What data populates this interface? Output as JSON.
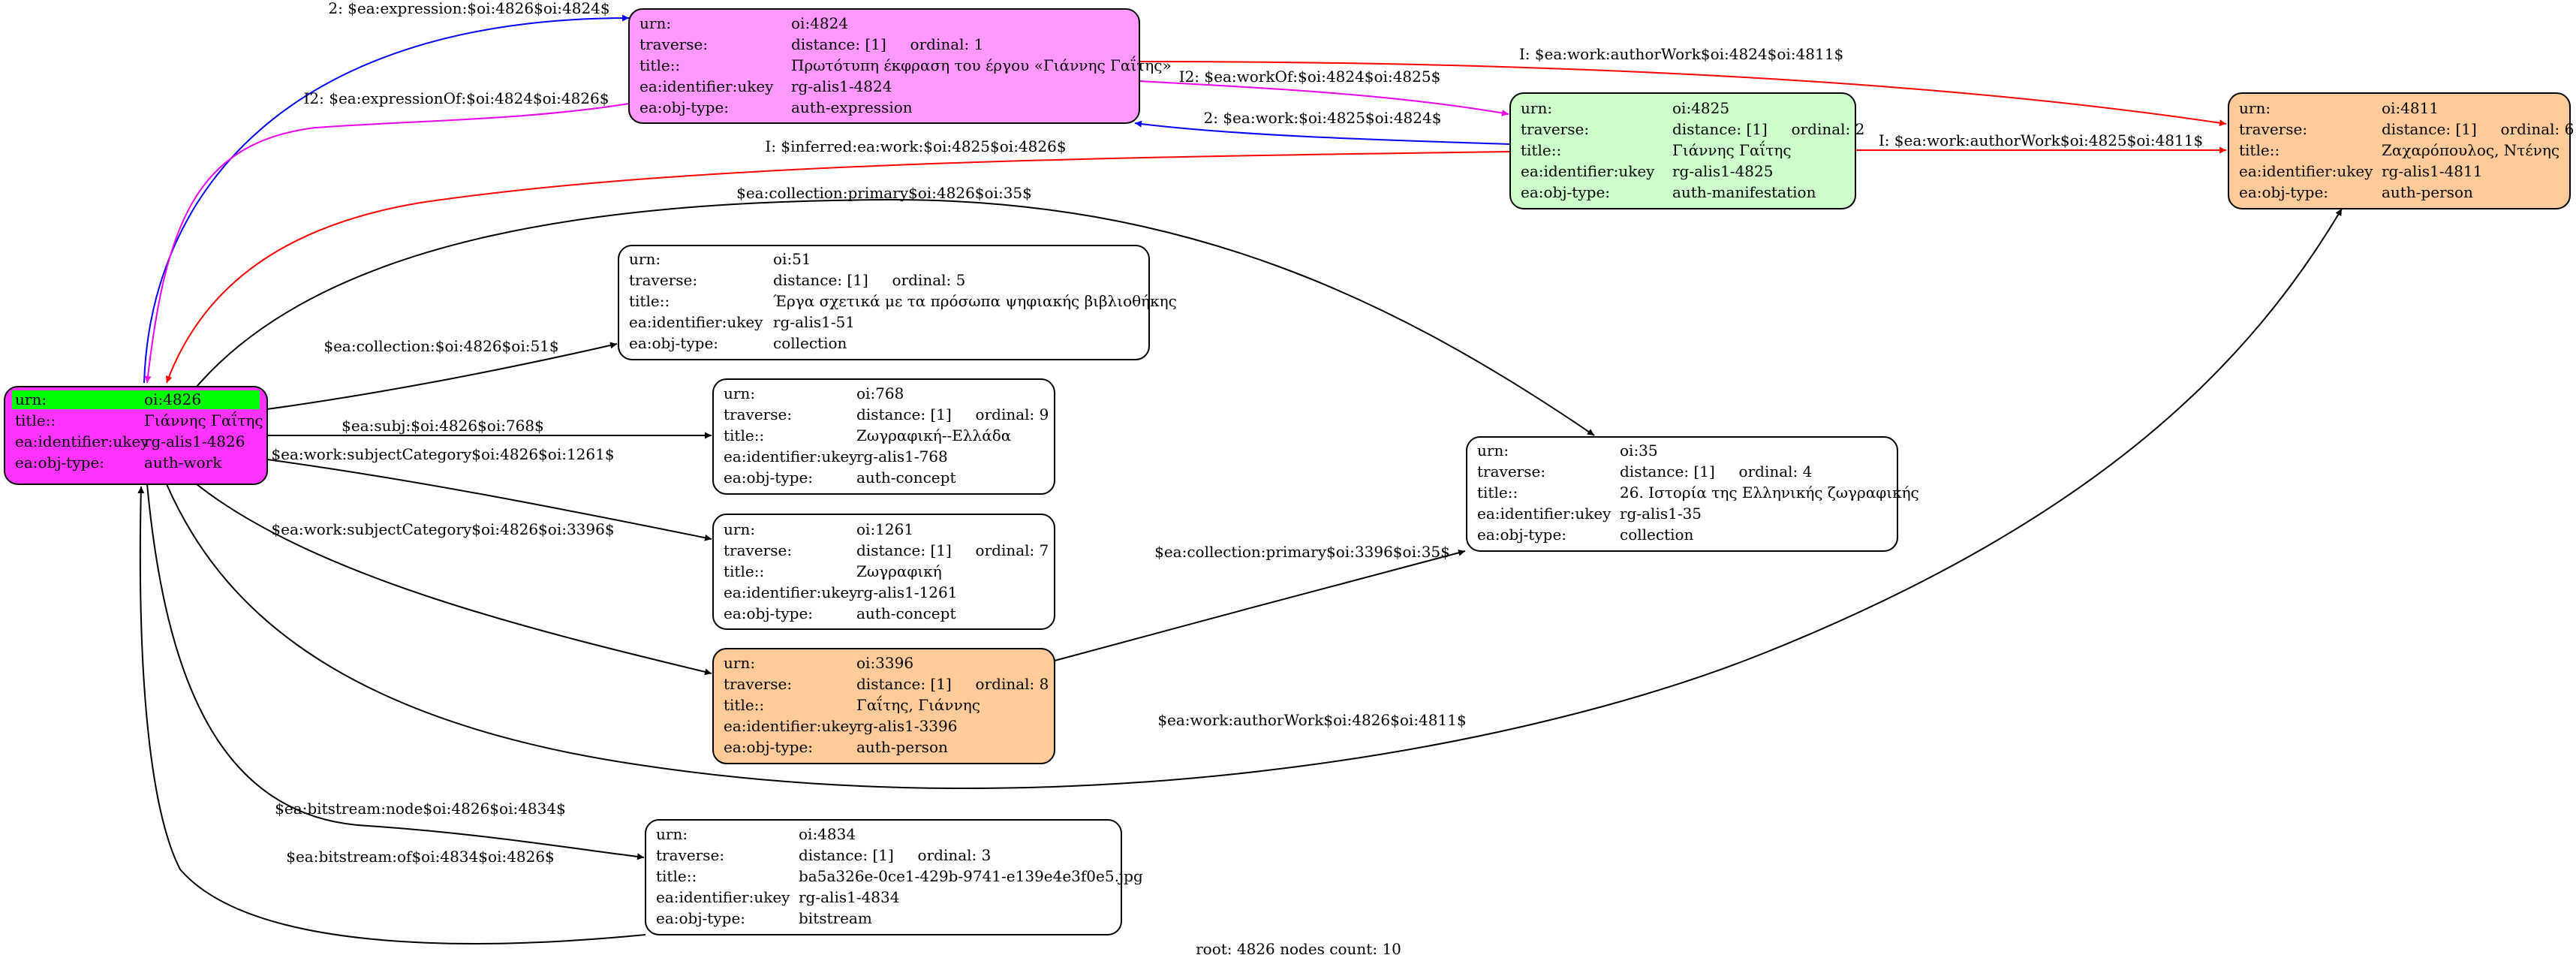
{
  "colors": {
    "blue": "#0000ff",
    "magenta": "#ee00ee",
    "red": "#ff0000",
    "black": "#000000",
    "expression": "#ff99ff",
    "manifestation": "#ccffcc",
    "person": "#ffcc99",
    "root": "#ff33ff",
    "highlight": "#00ff00",
    "plain": "#ffffff"
  },
  "footer": "root: 4826 nodes count: 10",
  "nodes": [
    {
      "id": "4826",
      "kind": "root",
      "rows": [
        {
          "label": "urn:",
          "value": "oi:4826"
        },
        {
          "label": "title::",
          "value": "Γιάννης Γαΐτης"
        },
        {
          "label": "ea:identifier:ukey",
          "value": "rg-alis1-4826"
        },
        {
          "label": "ea:obj-type:",
          "value": "auth-work"
        }
      ]
    },
    {
      "id": "4824",
      "kind": "expression",
      "rows": [
        {
          "label": "urn:",
          "value": "oi:4824"
        },
        {
          "label": "traverse:",
          "value": "distance: [1]     ordinal: 1"
        },
        {
          "label": "title::",
          "value": "Πρωτότυπη έκφραση του έργου «Γιάννης Γαΐτης»"
        },
        {
          "label": "ea:identifier:ukey",
          "value": "rg-alis1-4824"
        },
        {
          "label": "ea:obj-type:",
          "value": "auth-expression"
        }
      ]
    },
    {
      "id": "4825",
      "kind": "manifestation",
      "rows": [
        {
          "label": "urn:",
          "value": "oi:4825"
        },
        {
          "label": "traverse:",
          "value": "distance: [1]     ordinal: 2"
        },
        {
          "label": "title::",
          "value": "Γιάννης Γαΐτης"
        },
        {
          "label": "ea:identifier:ukey",
          "value": "rg-alis1-4825"
        },
        {
          "label": "ea:obj-type:",
          "value": "auth-manifestation"
        }
      ]
    },
    {
      "id": "4811",
      "kind": "person",
      "rows": [
        {
          "label": "urn:",
          "value": "oi:4811"
        },
        {
          "label": "traverse:",
          "value": "distance: [1]     ordinal: 6"
        },
        {
          "label": "title::",
          "value": "Ζαχαρόπουλος, Ντένης"
        },
        {
          "label": "ea:identifier:ukey",
          "value": "rg-alis1-4811"
        },
        {
          "label": "ea:obj-type:",
          "value": "auth-person"
        }
      ]
    },
    {
      "id": "51",
      "kind": "plain",
      "rows": [
        {
          "label": "urn:",
          "value": "oi:51"
        },
        {
          "label": "traverse:",
          "value": "distance: [1]     ordinal: 5"
        },
        {
          "label": "title::",
          "value": "Έργα σχετικά με τα πρόσωπα ψηφιακής βιβλιοθήκης"
        },
        {
          "label": "ea:identifier:ukey",
          "value": "rg-alis1-51"
        },
        {
          "label": "ea:obj-type:",
          "value": "collection"
        }
      ]
    },
    {
      "id": "768",
      "kind": "plain",
      "rows": [
        {
          "label": "urn:",
          "value": "oi:768"
        },
        {
          "label": "traverse:",
          "value": "distance: [1]     ordinal: 9"
        },
        {
          "label": "title::",
          "value": "Ζωγραφική--Ελλάδα"
        },
        {
          "label": "ea:identifier:ukey",
          "value": "rg-alis1-768"
        },
        {
          "label": "ea:obj-type:",
          "value": "auth-concept"
        }
      ]
    },
    {
      "id": "1261",
      "kind": "plain",
      "rows": [
        {
          "label": "urn:",
          "value": "oi:1261"
        },
        {
          "label": "traverse:",
          "value": "distance: [1]     ordinal: 7"
        },
        {
          "label": "title::",
          "value": "Ζωγραφική"
        },
        {
          "label": "ea:identifier:ukey",
          "value": "rg-alis1-1261"
        },
        {
          "label": "ea:obj-type:",
          "value": "auth-concept"
        }
      ]
    },
    {
      "id": "3396",
      "kind": "person",
      "rows": [
        {
          "label": "urn:",
          "value": "oi:3396"
        },
        {
          "label": "traverse:",
          "value": "distance: [1]     ordinal: 8"
        },
        {
          "label": "title::",
          "value": "Γαΐτης, Γιάννης"
        },
        {
          "label": "ea:identifier:ukey",
          "value": "rg-alis1-3396"
        },
        {
          "label": "ea:obj-type:",
          "value": "auth-person"
        }
      ]
    },
    {
      "id": "35",
      "kind": "plain",
      "rows": [
        {
          "label": "urn:",
          "value": "oi:35"
        },
        {
          "label": "traverse:",
          "value": "distance: [1]     ordinal: 4"
        },
        {
          "label": "title::",
          "value": "26. Ιστορία της Ελληνικής ζωγραφικής"
        },
        {
          "label": "ea:identifier:ukey",
          "value": "rg-alis1-35"
        },
        {
          "label": "ea:obj-type:",
          "value": "collection"
        }
      ]
    },
    {
      "id": "4834",
      "kind": "plain",
      "rows": [
        {
          "label": "urn:",
          "value": "oi:4834"
        },
        {
          "label": "traverse:",
          "value": "distance: [1]     ordinal: 3"
        },
        {
          "label": "title::",
          "value": "ba5a326e-0ce1-429b-9741-e139e4e3f0e5.jpg"
        },
        {
          "label": "ea:identifier:ukey",
          "value": "rg-alis1-4834"
        },
        {
          "label": "ea:obj-type:",
          "value": "bitstream"
        }
      ]
    }
  ],
  "edges": [
    {
      "id": "e1",
      "from": "4826",
      "to": "4824",
      "color": "blue",
      "label": "2: $ea:expression:$oi:4826$oi:4824$"
    },
    {
      "id": "e2",
      "from": "4824",
      "to": "4826",
      "color": "magenta",
      "label": "I2: $ea:expressionOf:$oi:4824$oi:4826$"
    },
    {
      "id": "e3",
      "from": "4824",
      "to": "4811",
      "color": "red",
      "label": "I: $ea:work:authorWork$oi:4824$oi:4811$"
    },
    {
      "id": "e4",
      "from": "4824",
      "to": "4825",
      "color": "magenta",
      "label": "I2: $ea:workOf:$oi:4824$oi:4825$"
    },
    {
      "id": "e5",
      "from": "4825",
      "to": "4824",
      "color": "blue",
      "label": "2: $ea:work:$oi:4825$oi:4824$"
    },
    {
      "id": "e6",
      "from": "4825",
      "to": "4811",
      "color": "red",
      "label": "I: $ea:work:authorWork$oi:4825$oi:4811$"
    },
    {
      "id": "e7",
      "from": "4825",
      "to": "4826",
      "color": "red",
      "label": "I: $inferred:ea:work:$oi:4825$oi:4826$"
    },
    {
      "id": "e8",
      "from": "4826",
      "to": "35",
      "color": "black",
      "label": "$ea:collection:primary$oi:4826$oi:35$"
    },
    {
      "id": "e9",
      "from": "4826",
      "to": "51",
      "color": "black",
      "label": "$ea:collection:$oi:4826$oi:51$"
    },
    {
      "id": "e10",
      "from": "4826",
      "to": "768",
      "color": "black",
      "label": "$ea:subj:$oi:4826$oi:768$"
    },
    {
      "id": "e11",
      "from": "4826",
      "to": "1261",
      "color": "black",
      "label": "$ea:work:subjectCategory$oi:4826$oi:1261$"
    },
    {
      "id": "e12",
      "from": "4826",
      "to": "3396",
      "color": "black",
      "label": "$ea:work:subjectCategory$oi:4826$oi:3396$"
    },
    {
      "id": "e13",
      "from": "3396",
      "to": "35",
      "color": "black",
      "label": "$ea:collection:primary$oi:3396$oi:35$"
    },
    {
      "id": "e14",
      "from": "4826",
      "to": "4811",
      "color": "black",
      "label": "$ea:work:authorWork$oi:4826$oi:4811$"
    },
    {
      "id": "e15",
      "from": "4826",
      "to": "4834",
      "color": "black",
      "label": "$ea:bitstream:node$oi:4826$oi:4834$"
    },
    {
      "id": "e16",
      "from": "4834",
      "to": "4826",
      "color": "black",
      "label": "$ea:bitstream:of$oi:4834$oi:4826$"
    }
  ]
}
